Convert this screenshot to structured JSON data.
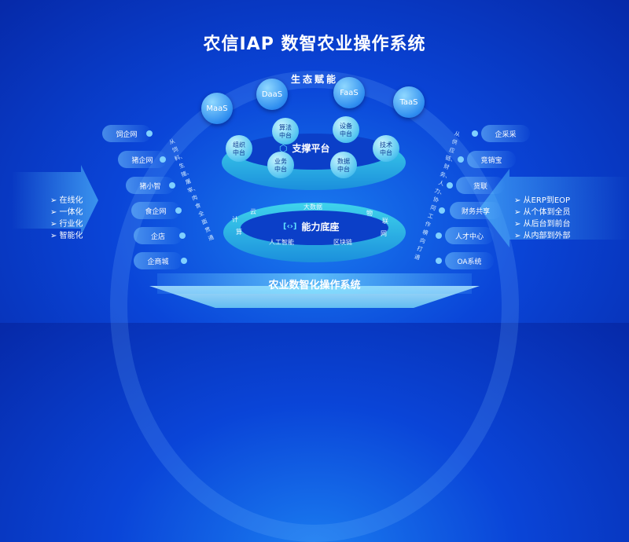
{
  "title": "农信IAP  数智农业操作系统",
  "ecosystem": {
    "title": "生态赋能",
    "services": [
      "MaaS",
      "DaaS",
      "FaaS",
      "TaaS"
    ]
  },
  "support_platform": {
    "title": "支撑平台",
    "icon": "shield-gear-icon",
    "nodes": [
      "组织\n中台",
      "算法\n中台",
      "设备\n中台",
      "技术\n中台",
      "业务\n中台",
      "数据\n中台"
    ]
  },
  "capability_base": {
    "title": "能力底座",
    "icon": "code-screen-icon",
    "labels": [
      "云",
      "计",
      "算",
      "大数据",
      "物",
      "联",
      "网",
      "人工智能",
      "区块链"
    ]
  },
  "base_title": "农业数智化操作系统",
  "left_products": [
    "饲企网",
    "猪企网",
    "猪小智",
    "食企网",
    "企店",
    "企商城"
  ],
  "left_arc_text": "从饲料、生猪、屠宰、肉食全面贯通",
  "left_points": [
    "➢ 在线化",
    "➢ 一体化",
    "➢ 行业化",
    "➢ 智能化"
  ],
  "right_products": [
    "企采采",
    "竞销宝",
    "货联",
    "财务共享",
    "人才中心",
    "OA系统"
  ],
  "right_arc_text": "从供应链、财务、人力、协同工作横向打通",
  "right_points": [
    "➢ 从ERP到EOP",
    "➢ 从个体到全员",
    "➢ 从后台到前台",
    "➢ 从内部到外部"
  ],
  "colors": {
    "background": "#0a45d8",
    "accent": "#52c4f0"
  }
}
